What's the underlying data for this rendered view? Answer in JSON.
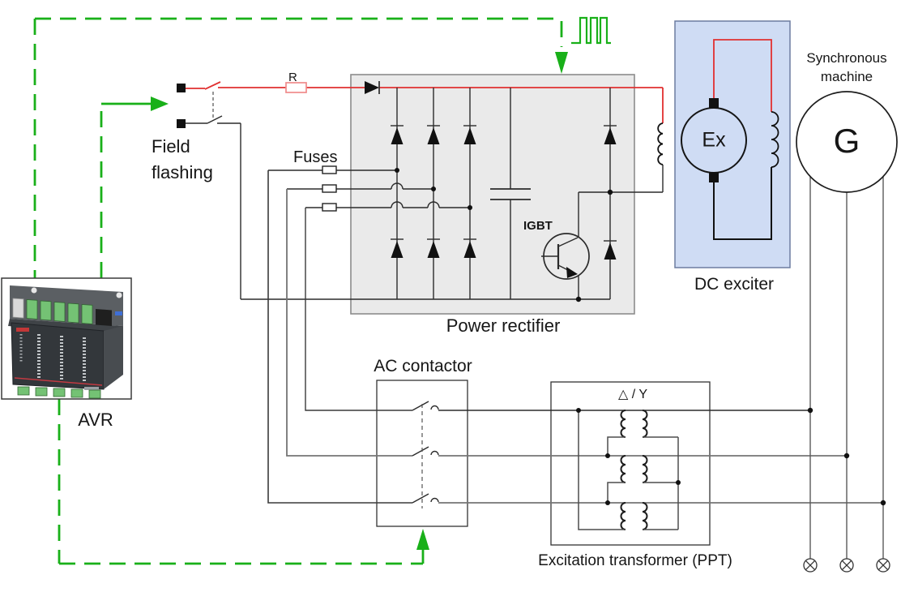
{
  "labels": {
    "avr": "AVR",
    "field_flashing_line1": "Field",
    "field_flashing_line2": "flashing",
    "fuses": "Fuses",
    "resistor": "R",
    "power_rectifier": "Power rectifier",
    "igbt": "IGBT",
    "dc_exciter": "DC exciter",
    "exciter_symbol": "Ex",
    "generator_symbol": "G",
    "synchronous_machine_line1": "Synchronous",
    "synchronous_machine_line2": "machine",
    "ac_contactor": "AC contactor",
    "excitation_transformer": "Excitation transformer (PPT)",
    "winding_config": "△ / Y"
  },
  "colors": {
    "control_signal_green": "#19b019",
    "field_wire_red": "#e13030",
    "resistor_outline": "#ef8b8b",
    "wire_black": "#2b2b2b",
    "wire_gray": "#757575",
    "rectifier_box_fill": "#eaeaea",
    "rectifier_box_border": "#8c8c8c",
    "exciter_box_fill": "#cfdcf4",
    "exciter_box_border": "#6d7da0",
    "text": "#161616"
  }
}
